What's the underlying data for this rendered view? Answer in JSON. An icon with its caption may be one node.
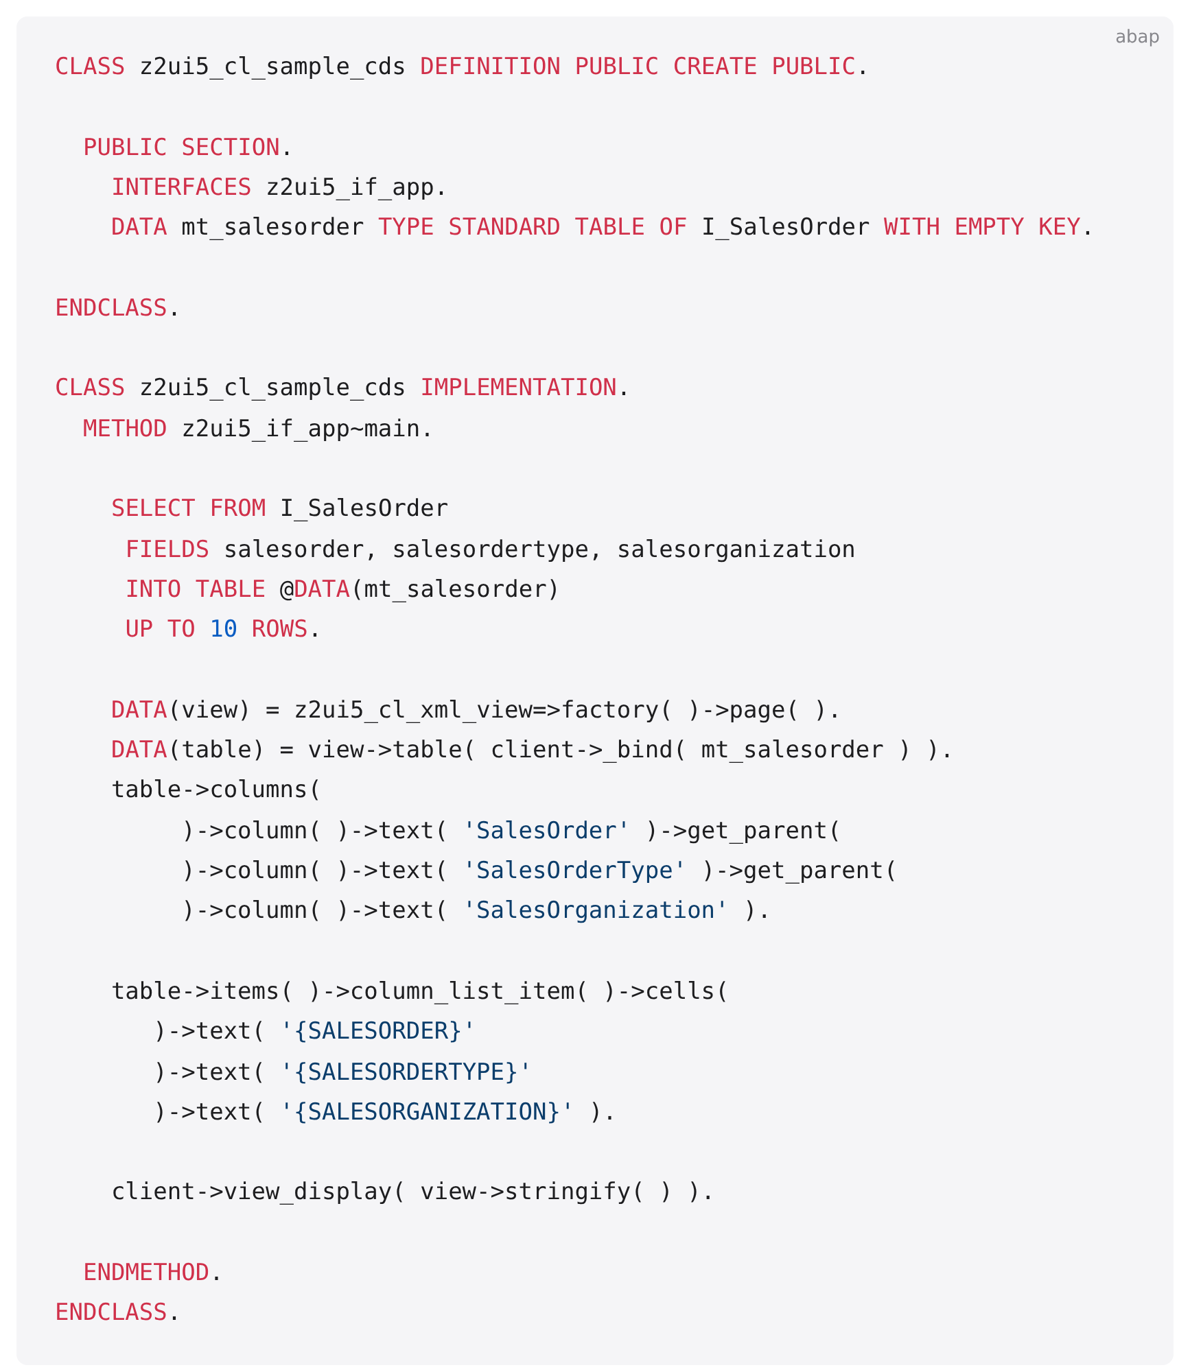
{
  "diagram": {
    "labels": [
      "abap",
      "CLASS z2ui5_cl_sample_cds DEFINITION PUBLIC CREATE PUBLIC.",
      "  PUBLIC SECTION.",
      "    INTERFACES z2ui5_if_app.",
      "    DATA mt_salesorder TYPE STANDARD TABLE OF I_SalesOrder WITH EMPTY KEY.",
      "ENDCLASS.",
      "CLASS z2ui5_cl_sample_cds IMPLEMENTATION.",
      "  METHOD z2ui5_if_app~main.",
      "    SELECT FROM I_SalesOrder",
      "     FIELDS salesorder, salesordertype, salesorganization",
      "     INTO TABLE @DATA(mt_salesorder)",
      "     UP TO 10 ROWS.",
      "    DATA(view) = z2ui5_cl_xml_view=>factory( )->page( ).",
      "    DATA(table) = view->table( client->_bind( mt_salesorder ) ).",
      "    table->columns(",
      "         )->column( )->text( 'SalesOrder' )->get_parent(",
      "         )->column( )->text( 'SalesOrderType' )->get_parent(",
      "         )->column( )->text( 'SalesOrganization' ).",
      "    table->items( )->column_list_item( )->cells(",
      "       )->text( '{SALESORDER}'",
      "       )->text( '{SALESORDERTYPE}'",
      "       )->text( '{SALESORGANIZATION}' ).",
      "    client->view_display( view->stringify( ) ).",
      "  ENDMETHOD.",
      "ENDCLASS."
    ]
  }
}
